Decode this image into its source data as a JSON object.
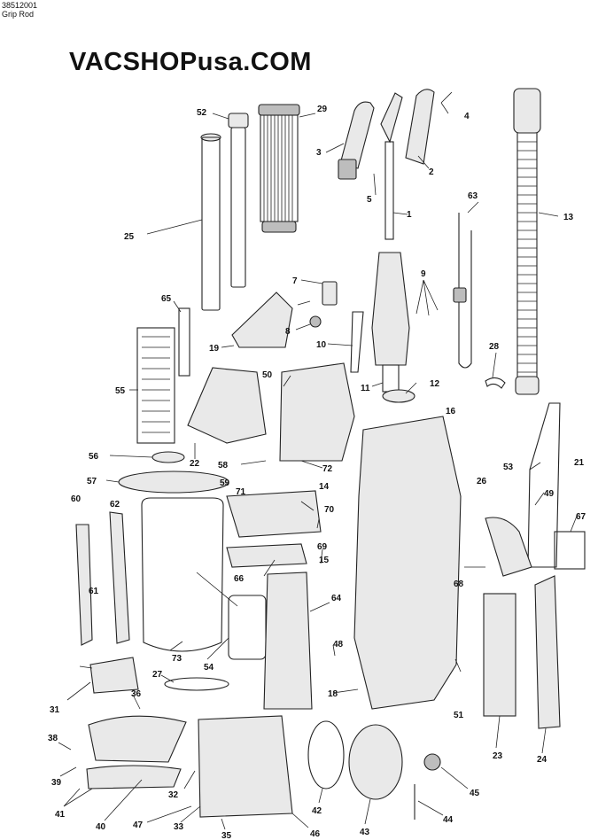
{
  "header": {
    "part_number": "38512001",
    "part_name": "Grip Rod"
  },
  "brand": "VACSHOPusa.COM",
  "callouts": [
    "1",
    "2",
    "3",
    "4",
    "5",
    "7",
    "8",
    "9",
    "10",
    "11",
    "12",
    "13",
    "14",
    "15",
    "16",
    "18",
    "19",
    "21",
    "22",
    "23",
    "24",
    "25",
    "26",
    "27",
    "28",
    "29",
    "31",
    "32",
    "33",
    "35",
    "36",
    "38",
    "39",
    "40",
    "41",
    "42",
    "43",
    "44",
    "45",
    "46",
    "47",
    "48",
    "49",
    "50",
    "51",
    "52",
    "53",
    "54",
    "55",
    "56",
    "57",
    "58",
    "59",
    "60",
    "61",
    "62",
    "63",
    "64",
    "65",
    "66",
    "67",
    "68",
    "69",
    "70",
    "71",
    "72",
    "73"
  ]
}
